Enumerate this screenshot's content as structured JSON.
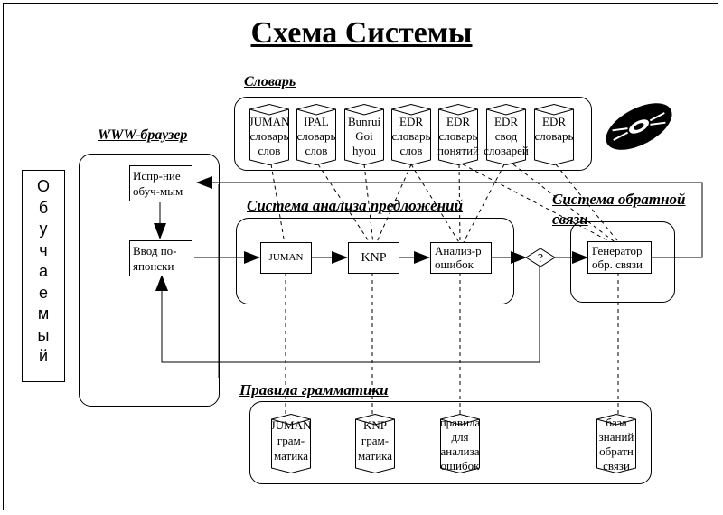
{
  "title": "Схема Системы",
  "learner": {
    "label": "Обучаемый",
    "letters": [
      "О",
      "б",
      "у",
      "ч",
      "а",
      "е",
      "м",
      "ы",
      "й"
    ]
  },
  "sections": {
    "dictionary": "Словарь",
    "browser": "WWW-браузер",
    "analysis": "Система анализа предложений",
    "feedback_line1": "Система обратной",
    "feedback_line2": "связи",
    "grammar": "Правила грамматики"
  },
  "dictionaries": [
    {
      "lines": [
        "JUMAN",
        "словарь",
        "слов"
      ]
    },
    {
      "lines": [
        "IPAL",
        "словарь",
        "слов"
      ]
    },
    {
      "lines": [
        "Bunrui",
        "Goi",
        "hyou"
      ]
    },
    {
      "lines": [
        "EDR",
        "словарь",
        "слов"
      ]
    },
    {
      "lines": [
        "EDR",
        "словарь",
        "понятий"
      ]
    },
    {
      "lines": [
        "EDR",
        "свод",
        "словарей"
      ]
    },
    {
      "lines": [
        "EDR",
        "словарь"
      ]
    }
  ],
  "browser_boxes": {
    "usage": [
      "Испр-ние",
      "обуч-мым"
    ],
    "input": [
      "Ввод по-",
      "японски"
    ]
  },
  "analysis_boxes": {
    "juman": "JUMAN",
    "knp": "KNP",
    "error": [
      "Анализ-р",
      "ошибок"
    ],
    "decision": "?"
  },
  "feedback_box": [
    "Генератор",
    "обр. связи"
  ],
  "grammar_dbs": [
    {
      "lines": [
        "JUMAN",
        "грам-",
        "матика"
      ]
    },
    {
      "lines": [
        "KNP",
        "грам-",
        "матика"
      ]
    },
    {
      "lines": [
        "правила",
        "для",
        "анализа",
        "ошибок"
      ]
    },
    {
      "lines": [
        "база",
        "знаний",
        "обратн",
        "связи"
      ]
    }
  ],
  "icons": {
    "disc": "cd-rom-icon"
  }
}
